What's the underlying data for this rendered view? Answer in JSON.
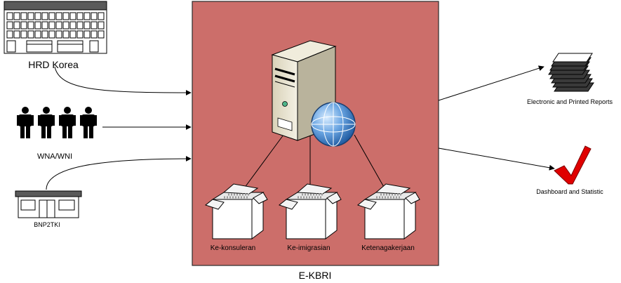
{
  "diagram": {
    "hub_label": "E-KBRI",
    "sources": [
      {
        "id": "hrd",
        "label": "HRD Korea",
        "icon": "office-building-icon"
      },
      {
        "id": "people",
        "label": "WNA/WNI",
        "icon": "people-group-icon"
      },
      {
        "id": "bnp",
        "label": "BNP2TKI",
        "icon": "small-building-icon"
      }
    ],
    "server_icon": "server-with-globe-icon",
    "modules": [
      {
        "label": "Ke-konsuleran",
        "icon": "open-box-icon"
      },
      {
        "label": "Ke-imigrasian",
        "icon": "open-box-icon"
      },
      {
        "label": "Ketenagakerjaan",
        "icon": "open-box-icon"
      }
    ],
    "outputs": [
      {
        "label": "Electronic and Printed Reports",
        "icon": "document-stack-icon"
      },
      {
        "label": "Dashboard and Statistic",
        "icon": "checkmark-icon"
      }
    ],
    "colors": {
      "hub_fill": "#cc6e6a",
      "hub_stroke": "#2a2a2a",
      "connector": "#000000",
      "checkmark": "#e00000",
      "globe": "#3d7ec4"
    }
  }
}
